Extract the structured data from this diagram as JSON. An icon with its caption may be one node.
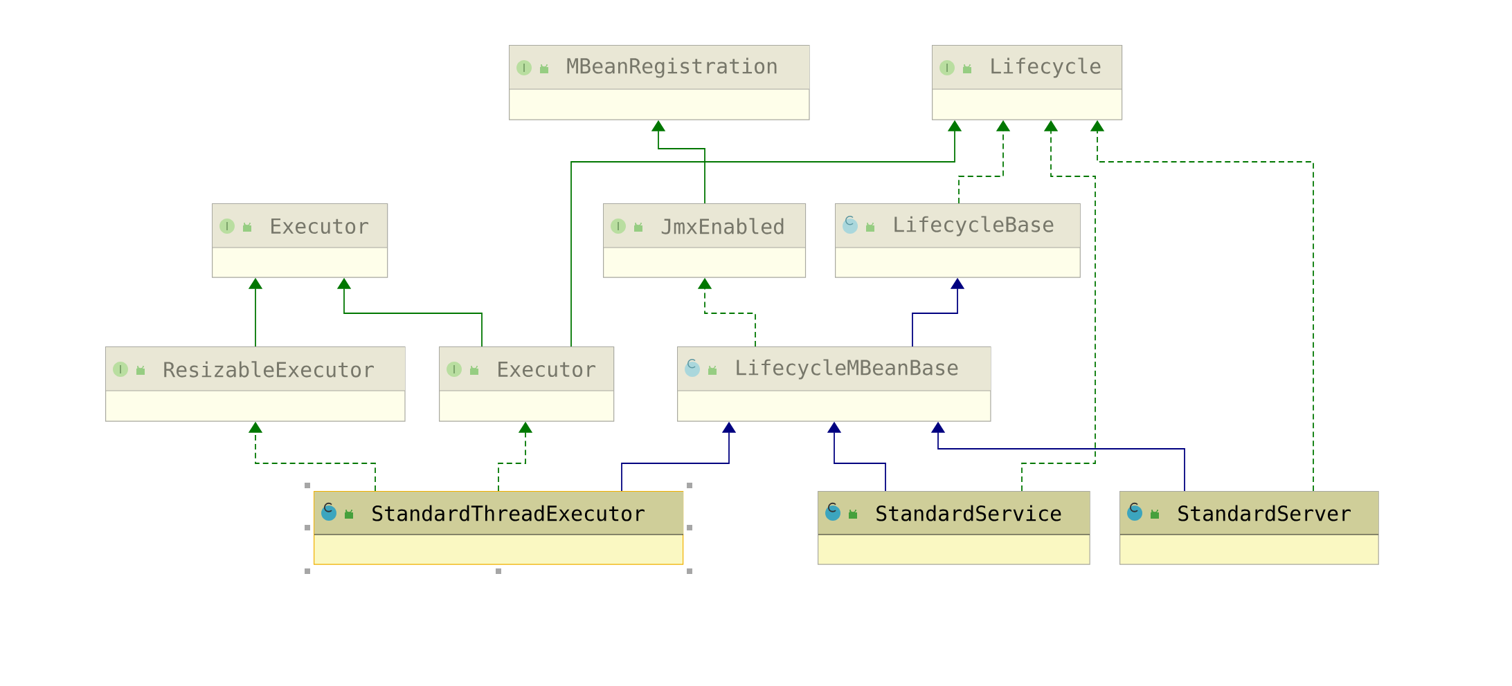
{
  "diagram": {
    "nodes": [
      {
        "text": [
          "MBeanRegistration"
        ]
      },
      {
        "text": [
          "Lifecycle"
        ]
      },
      {
        "text": [
          "Executor"
        ]
      },
      {
        "text": [
          "JmxEnabled"
        ]
      },
      {
        "text": [
          "LifecycleBase"
        ]
      },
      {
        "text": [
          "ResizableExecutor"
        ]
      },
      {
        "text": [
          "Executor"
        ]
      },
      {
        "text": [
          "LifecycleMBeanBase"
        ]
      },
      {
        "text": [
          "StandardThreadExecutor"
        ]
      },
      {
        "text": [
          "StandardService"
        ]
      },
      {
        "text": [
          "StandardServer"
        ]
      }
    ],
    "edges": [
      {
        "from": 5,
        "to": 2,
        "arrow": "to"
      },
      {
        "from": 6,
        "to": 2,
        "arrow": "to"
      },
      {
        "from": 6,
        "to": 1,
        "arrow": "to"
      },
      {
        "from": 3,
        "to": 0,
        "arrow": "to"
      },
      {
        "from": 4,
        "to": 1,
        "arrow": "to",
        "style": "dashed"
      },
      {
        "from": 7,
        "to": 3,
        "arrow": "to",
        "style": "dashed"
      },
      {
        "from": 7,
        "to": 4,
        "arrow": "to",
        "color": "#000080"
      },
      {
        "from": 8,
        "to": 5,
        "arrow": "to",
        "style": "dashed"
      },
      {
        "from": 8,
        "to": 6,
        "arrow": "to",
        "style": "dashed"
      },
      {
        "from": 8,
        "to": 7,
        "arrow": "to",
        "color": "#000080"
      },
      {
        "from": 9,
        "to": 7,
        "arrow": "to",
        "color": "#000080"
      },
      {
        "from": 9,
        "to": 1,
        "arrow": "to",
        "style": "dashed"
      },
      {
        "from": 10,
        "to": 7,
        "arrow": "to",
        "color": "#000080"
      },
      {
        "from": 10,
        "to": 1,
        "arrow": "to",
        "style": "dashed"
      }
    ]
  }
}
